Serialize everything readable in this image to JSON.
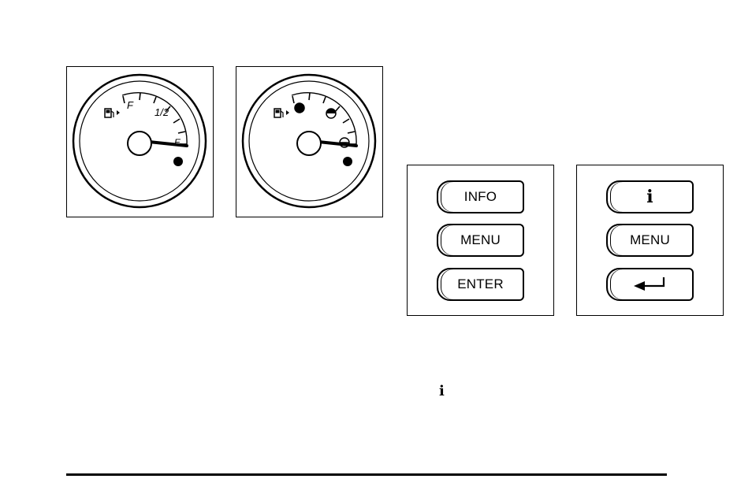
{
  "gauges": [
    {
      "id": "text-scale",
      "label_full": "F",
      "label_half": "1/2",
      "label_empty": "E",
      "needle_level": 0.0
    },
    {
      "id": "symbol-scale",
      "needle_level": 0.0
    }
  ],
  "buttons_text": {
    "info_label": "INFO",
    "menu_label": "MENU",
    "enter_label": "ENTER"
  },
  "buttons_symbol": {
    "info_icon": "information-icon",
    "info_glyph": "i",
    "menu_label": "MENU",
    "enter_icon": "enter-arrow-icon"
  },
  "inline_icon": {
    "glyph": "i",
    "name": "information-icon"
  }
}
